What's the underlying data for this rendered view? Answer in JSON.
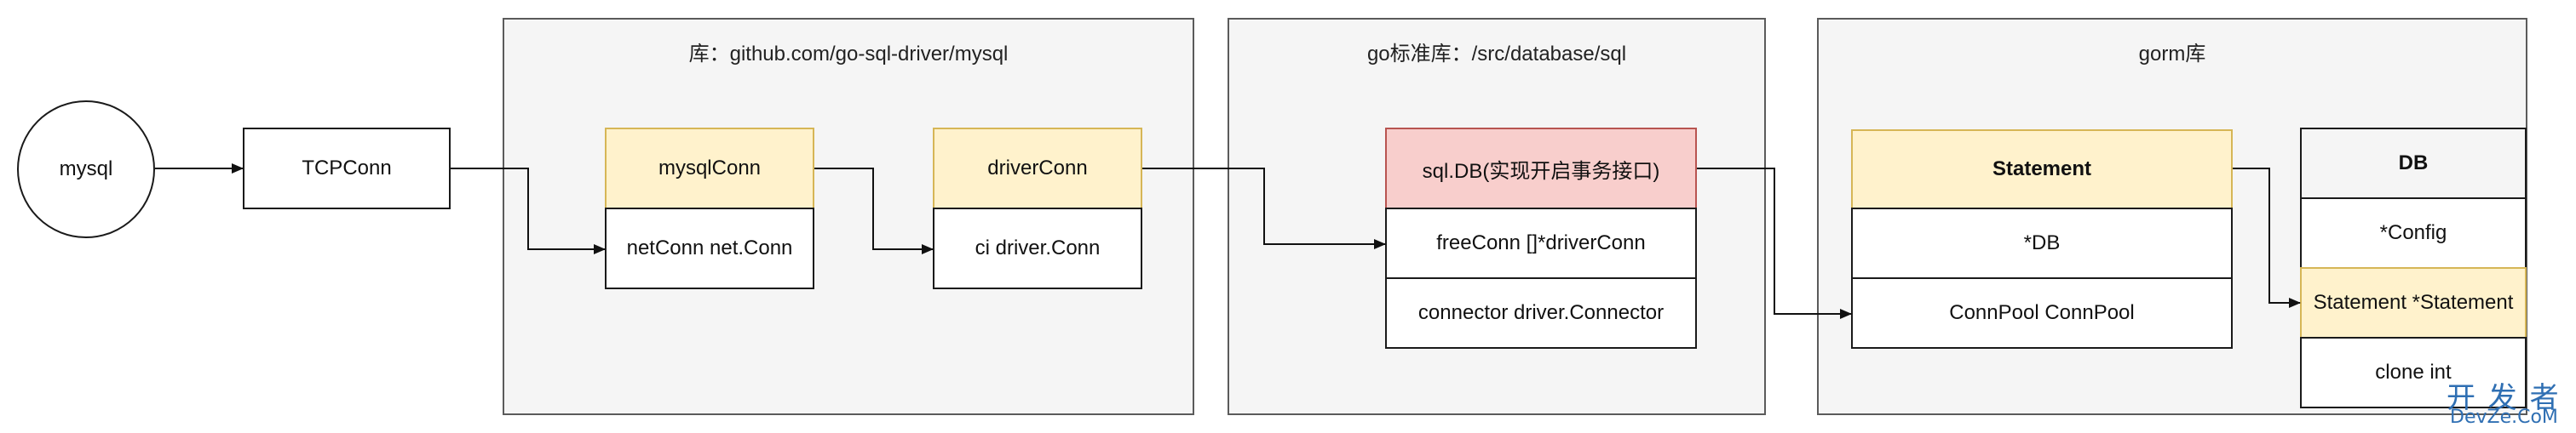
{
  "groups": {
    "mysql_lib": "库：github.com/go-sql-driver/mysql",
    "stdlib": "go标准库：/src/database/sql",
    "gorm": "gorm库"
  },
  "nodes": {
    "mysql": "mysql",
    "tcpconn": "TCPConn",
    "mysqlconn": "mysqlConn",
    "netconn": "netConn net.Conn",
    "driverconn": "driverConn",
    "ci": "ci driver.Conn",
    "sqldb": "sql.DB(实现开启事务接口)",
    "freeconn": "freeConn []*driverConn",
    "connector": "connector driver.Connector",
    "statement": "Statement",
    "db_ptr": "*DB",
    "connpool": "ConnPool ConnPool",
    "db": "DB",
    "config": "*Config",
    "statement_field": "Statement *Statement",
    "clone": "clone int"
  },
  "watermark": {
    "line1": "开 发 者",
    "line2": "DevZe.CoM"
  },
  "colors": {
    "group_fill": "#f5f5f5",
    "yellow_fill": "#fff2cc",
    "pink_fill": "#f8cecc",
    "stroke": "#1a1a1a",
    "watermark": "#2f6fb3"
  }
}
